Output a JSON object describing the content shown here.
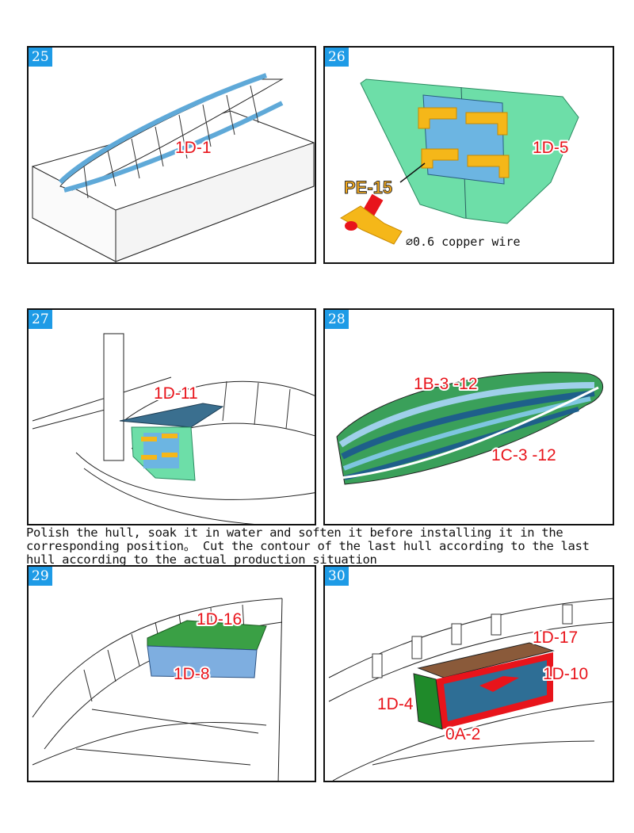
{
  "steps": [
    {
      "number": "25",
      "labels": [
        "1D-1"
      ]
    },
    {
      "number": "26",
      "labels": [
        "1D-5",
        "PE-15"
      ],
      "note": "∅0.6 copper wire"
    },
    {
      "number": "27",
      "labels": [
        "1D-11"
      ]
    },
    {
      "number": "28",
      "labels": [
        "1B-3 -12",
        "1C-3 -12"
      ]
    },
    {
      "number": "29",
      "labels": [
        "1D-16",
        "1D-8"
      ]
    },
    {
      "number": "30",
      "labels": [
        "1D-17",
        "1D-10",
        "1D-4",
        "0A-2"
      ]
    }
  ],
  "instruction": "Polish the hull, soak it in water and soften it before installing it in the corresponding position。 Cut the contour of the last hull according to the last hull according to the actual production situation",
  "colors": {
    "step_badge": "#1e9be6",
    "label": "#e8141b",
    "pe_part": "#f2a81c"
  }
}
